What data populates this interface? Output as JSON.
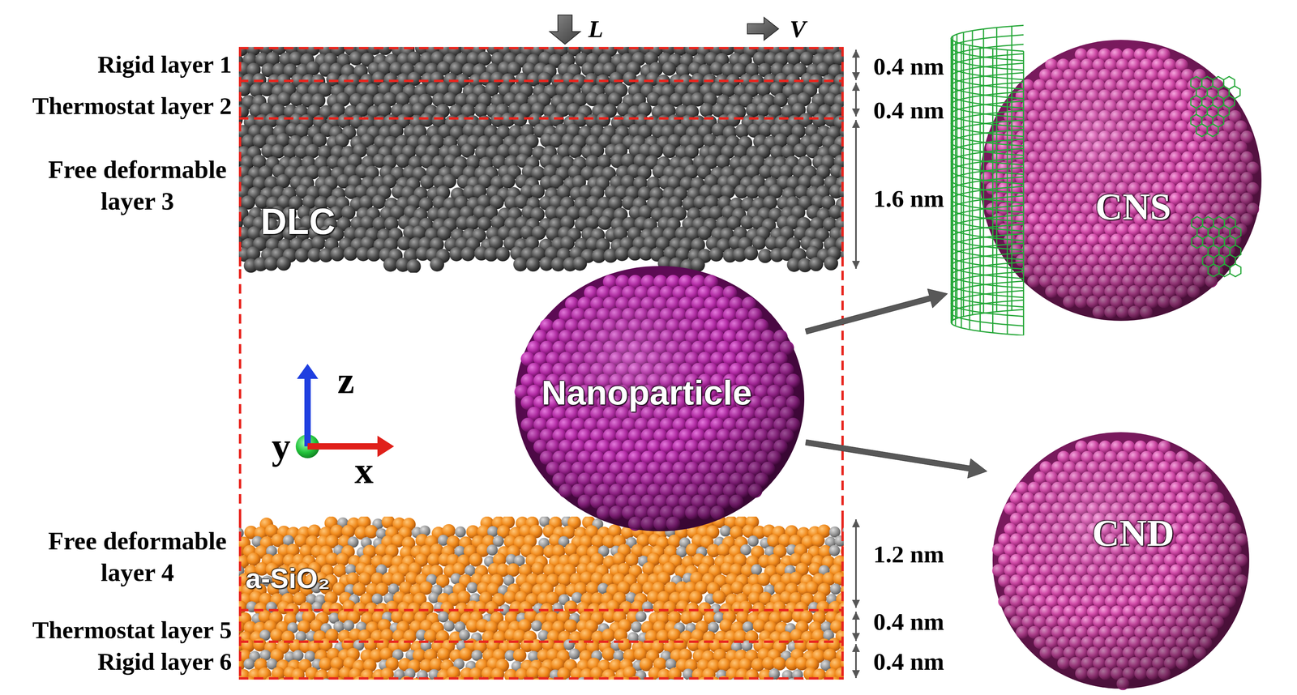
{
  "diagram": {
    "nodes": [
      {
        "text": [
          "DLC"
        ]
      },
      {
        "text": [
          "Nanoparticle"
        ]
      },
      {
        "text": [
          "a-SiO₂"
        ]
      },
      {
        "text": [
          "CNS"
        ]
      },
      {
        "text": [
          "CND"
        ]
      }
    ],
    "edges": [
      {
        "from": 1,
        "to": 3,
        "arrow": "to"
      },
      {
        "from": 1,
        "to": 4,
        "arrow": "to"
      }
    ],
    "labels": [
      "L",
      "V",
      "Rigid layer 1",
      "Thermostat layer 2",
      "Free deformable layer 3",
      "0.4 nm",
      "0.4 nm",
      "1.6 nm",
      "z",
      "y",
      "x",
      "Free deformable layer 4",
      "Thermostat layer 5",
      "Rigid layer 6",
      "1.2 nm",
      "0.4 nm",
      "0.4 nm"
    ]
  }
}
